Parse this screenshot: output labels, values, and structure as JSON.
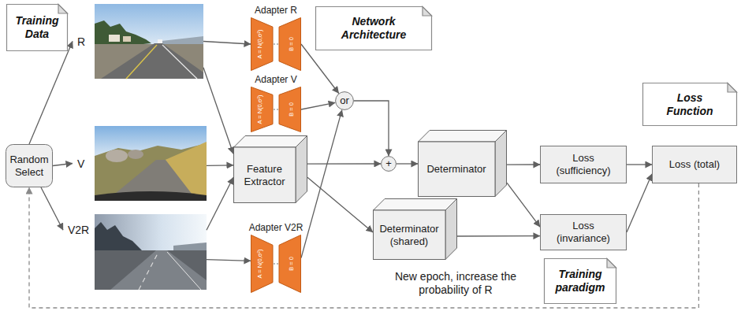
{
  "diagram": {
    "nodes": [
      {
        "text": [
          "Training Data"
        ]
      },
      {
        "text": [
          "R"
        ]
      },
      {
        "text": [
          "Adapter R",
          "A = N(0,σ²)",
          "B = 0"
        ]
      },
      {
        "text": [
          "Adapter V",
          "A = N(0,σ²)",
          "B = 0"
        ]
      },
      {
        "text": [
          "Network Architecture"
        ]
      },
      {
        "text": [
          "or"
        ]
      },
      {
        "text": [
          "Loss Function"
        ]
      },
      {
        "text": [
          "Random Select"
        ]
      },
      {
        "text": [
          "V"
        ]
      },
      {
        "text": [
          "Feature Extractor"
        ]
      },
      {
        "text": [
          "+"
        ]
      },
      {
        "text": [
          "Determinator"
        ]
      },
      {
        "text": [
          "Loss (sufficiency)"
        ]
      },
      {
        "text": [
          "Loss (total)"
        ]
      },
      {
        "text": [
          "Determinator (shared)"
        ]
      },
      {
        "text": [
          "Loss (invariance)"
        ]
      },
      {
        "text": [
          "V2R"
        ]
      },
      {
        "text": [
          "Adapter V2R",
          "A = N(0,σ²)",
          "B = 0"
        ]
      },
      {
        "text": [
          "Training paradigm"
        ]
      }
    ],
    "edges": [
      {
        "from": 7,
        "to": 1,
        "arrow": "to"
      },
      {
        "from": 7,
        "to": 8,
        "arrow": "to"
      },
      {
        "from": 7,
        "to": 16,
        "arrow": "to"
      },
      {
        "from": 1,
        "to": 2,
        "arrow": "to"
      },
      {
        "from": 1,
        "to": 9,
        "arrow": "to"
      },
      {
        "from": 8,
        "to": 9,
        "arrow": "to"
      },
      {
        "from": 16,
        "to": 9,
        "arrow": "to"
      },
      {
        "from": 16,
        "to": 17,
        "arrow": "to"
      },
      {
        "from": 2,
        "to": 5,
        "arrow": "to"
      },
      {
        "from": 3,
        "to": 5,
        "arrow": "to"
      },
      {
        "from": 17,
        "to": 5,
        "arrow": "to"
      },
      {
        "from": 5,
        "to": 10,
        "arrow": "to"
      },
      {
        "from": 9,
        "to": 10,
        "arrow": "to"
      },
      {
        "from": 9,
        "to": 14,
        "arrow": "to"
      },
      {
        "from": 10,
        "to": 11,
        "arrow": "to"
      },
      {
        "from": 11,
        "to": 12,
        "arrow": "to"
      },
      {
        "from": 11,
        "to": 15,
        "arrow": "to"
      },
      {
        "from": 14,
        "to": 15,
        "arrow": "to"
      },
      {
        "from": 12,
        "to": 13,
        "arrow": "to"
      },
      {
        "from": 15,
        "to": 13,
        "arrow": "to"
      },
      {
        "from": 13,
        "to": 7,
        "label": "New epoch, increase the probability of R",
        "arrow": "to"
      }
    ]
  }
}
